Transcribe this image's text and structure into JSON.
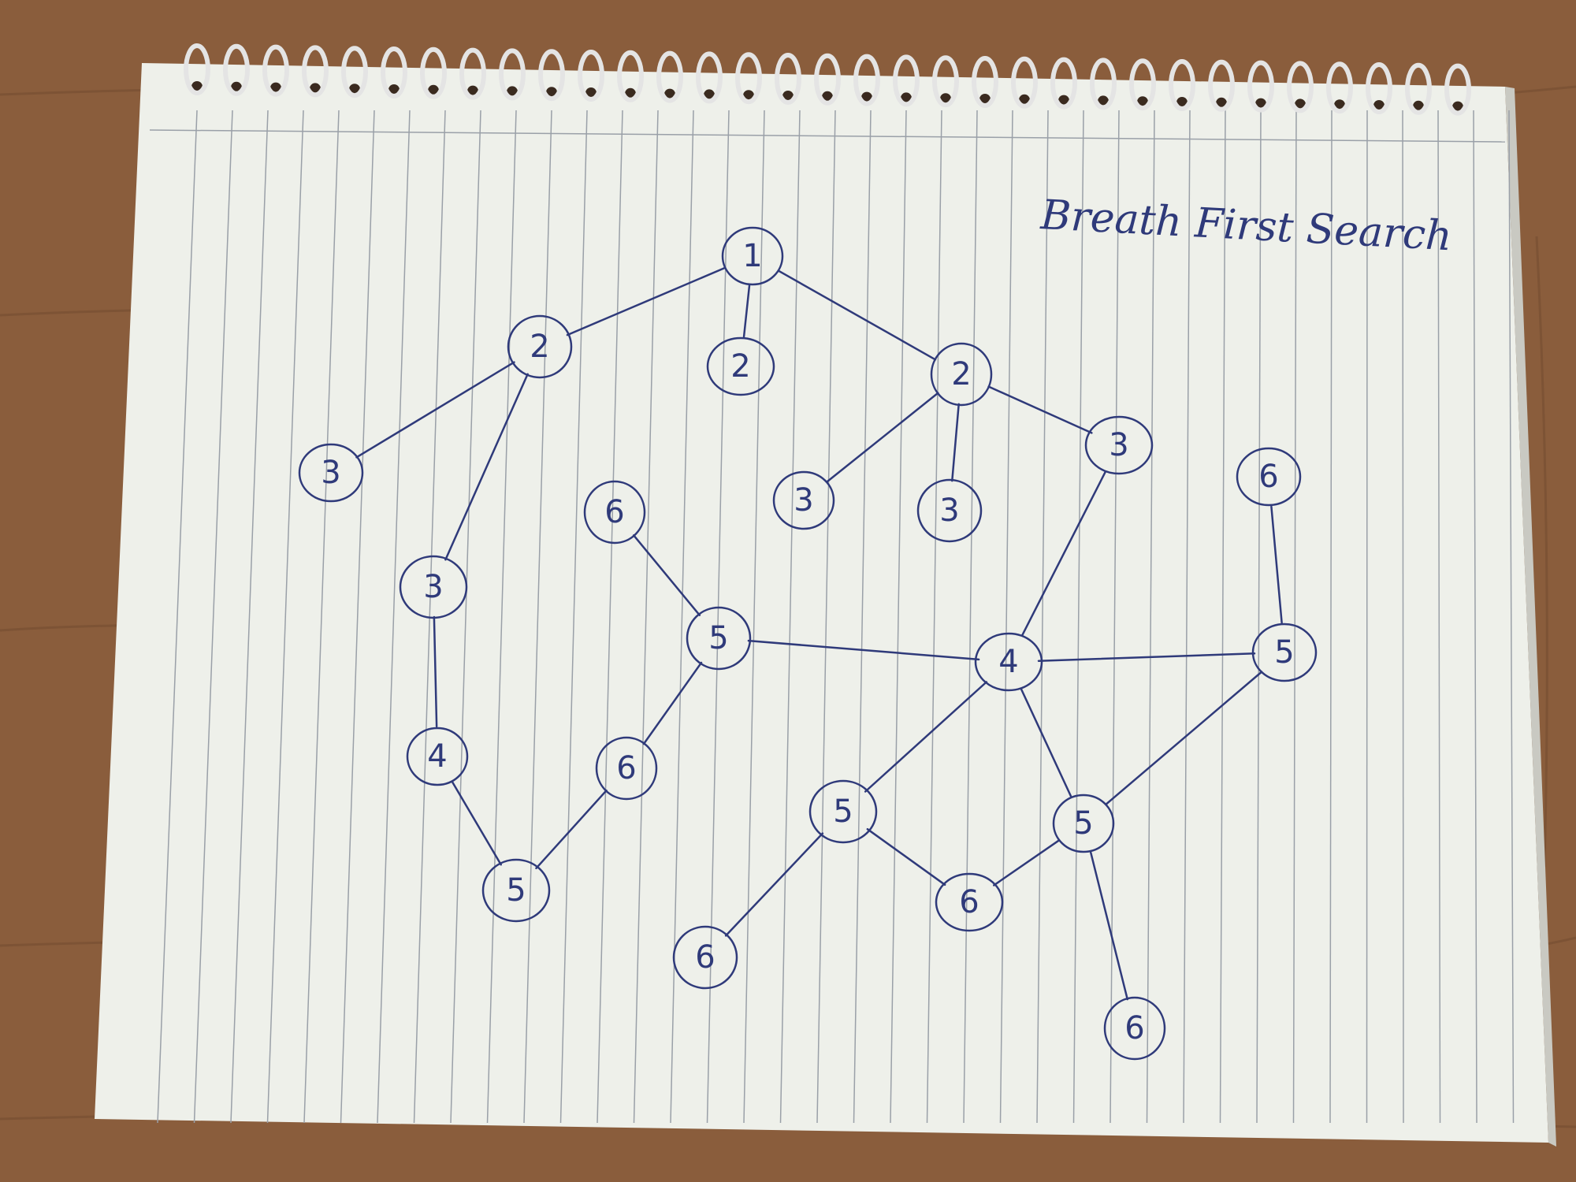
{
  "title": "Breath First Search",
  "colors": {
    "desk": "#8a5d3c",
    "paper": "#eef0ea",
    "ruled_line": "#9aa0a8",
    "ink": "#2f3a7a",
    "spiral": "#e4e4e4"
  },
  "nodes": [
    {
      "id": "n1",
      "label": "1"
    },
    {
      "id": "n2a",
      "label": "2"
    },
    {
      "id": "n2b",
      "label": "2"
    },
    {
      "id": "n2c",
      "label": "2"
    },
    {
      "id": "n3a",
      "label": "3"
    },
    {
      "id": "n3b",
      "label": "3"
    },
    {
      "id": "n3c",
      "label": "3"
    },
    {
      "id": "n3d",
      "label": "3"
    },
    {
      "id": "n3e",
      "label": "3"
    },
    {
      "id": "n6a",
      "label": "6"
    },
    {
      "id": "n6b",
      "label": "6"
    },
    {
      "id": "n5a",
      "label": "5"
    },
    {
      "id": "n4a",
      "label": "4"
    },
    {
      "id": "n5b",
      "label": "5"
    },
    {
      "id": "n4b",
      "label": "4"
    },
    {
      "id": "n6c",
      "label": "6"
    },
    {
      "id": "n5c",
      "label": "5"
    },
    {
      "id": "n5d",
      "label": "5"
    },
    {
      "id": "n5e",
      "label": "5"
    },
    {
      "id": "n6d",
      "label": "6"
    },
    {
      "id": "n6e",
      "label": "6"
    },
    {
      "id": "n6f",
      "label": "6"
    }
  ],
  "edges": [
    [
      "n1",
      "n2a"
    ],
    [
      "n1",
      "n2b"
    ],
    [
      "n1",
      "n2c"
    ],
    [
      "n2a",
      "n3a"
    ],
    [
      "n2a",
      "n3b"
    ],
    [
      "n2c",
      "n3c"
    ],
    [
      "n2c",
      "n3d"
    ],
    [
      "n2c",
      "n3e"
    ],
    [
      "n3b",
      "n4a"
    ],
    [
      "n4a",
      "n5a"
    ],
    [
      "n5a",
      "n6c"
    ],
    [
      "n6c",
      "n5b"
    ],
    [
      "n6a",
      "n5b"
    ],
    [
      "n5b",
      "n4b"
    ],
    [
      "n3e",
      "n4b"
    ],
    [
      "n4b",
      "n5c"
    ],
    [
      "n6b",
      "n5c"
    ],
    [
      "n4b",
      "n5d"
    ],
    [
      "n4b",
      "n5e"
    ],
    [
      "n5c",
      "n5e"
    ],
    [
      "n5d",
      "n6d"
    ],
    [
      "n5d",
      "n6e"
    ],
    [
      "n5e",
      "n6e"
    ],
    [
      "n5e",
      "n6f"
    ]
  ]
}
